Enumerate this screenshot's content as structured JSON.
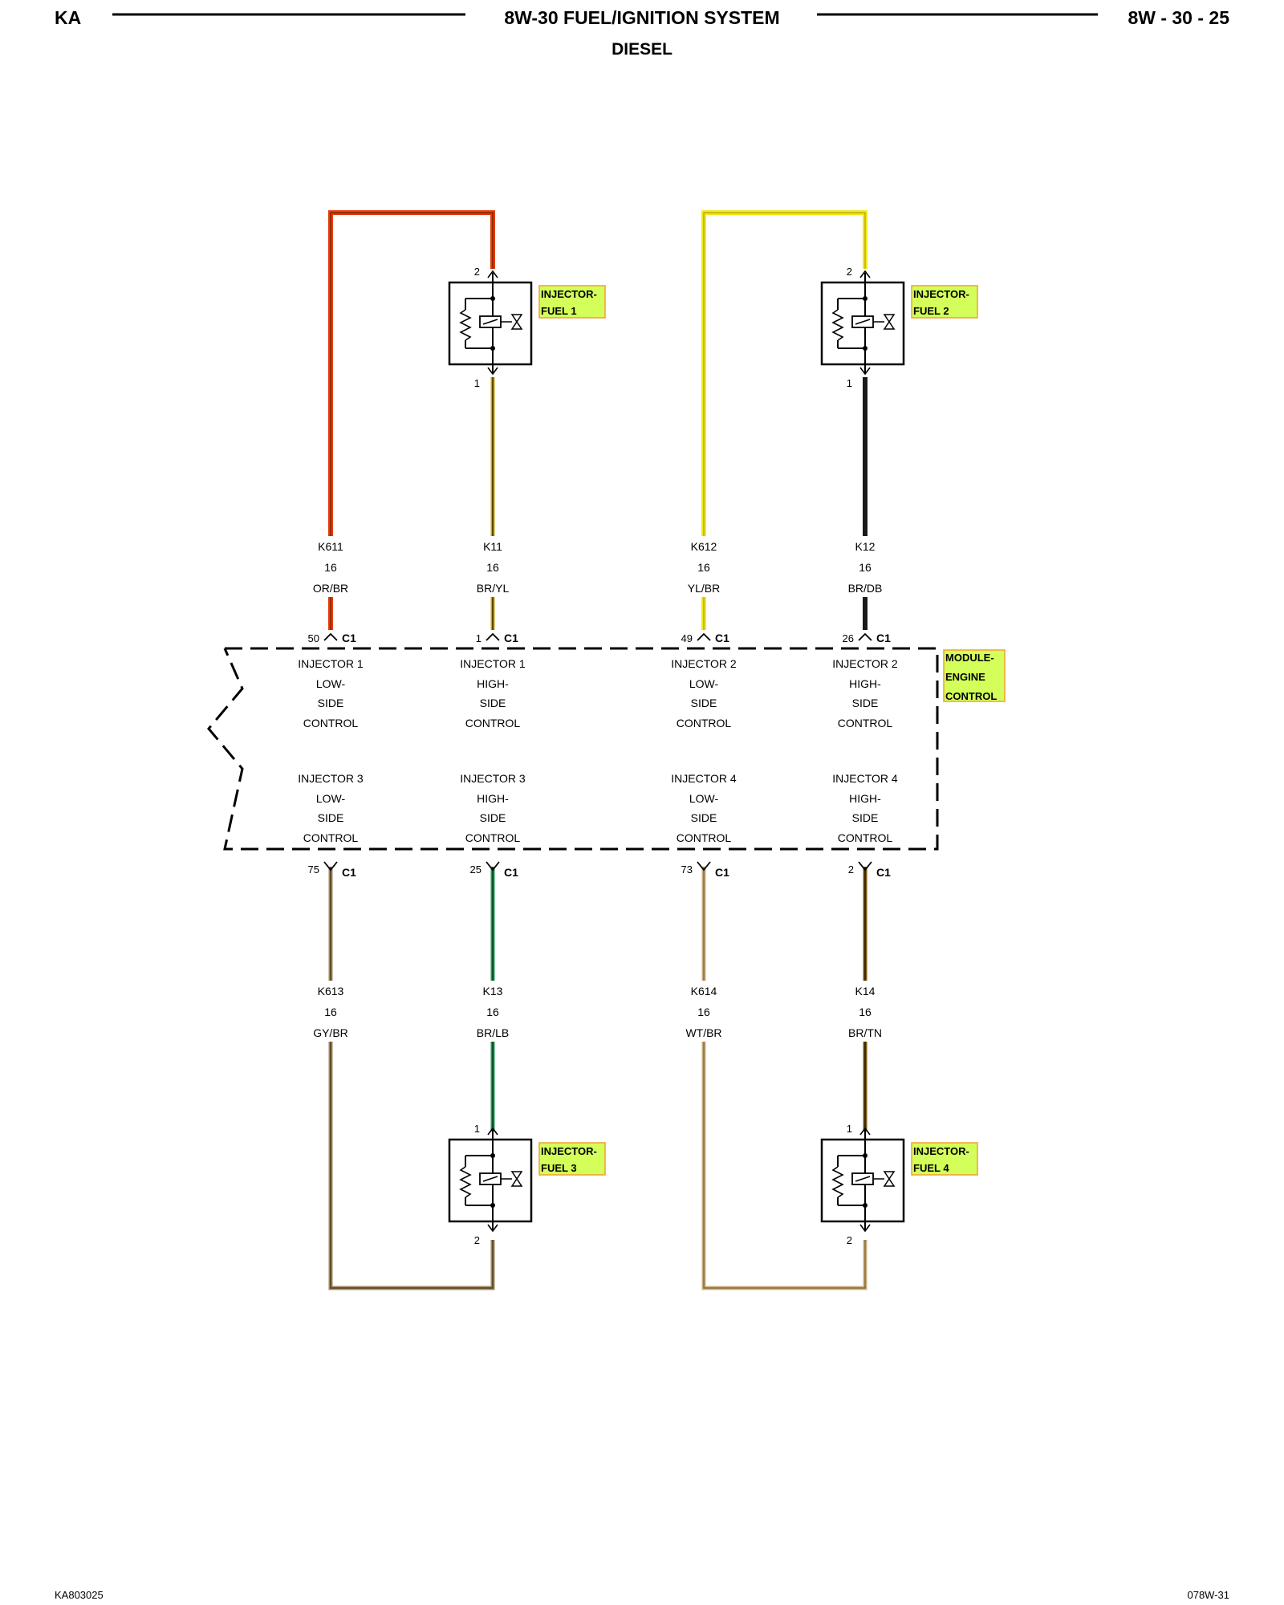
{
  "header": {
    "left": "KA",
    "title": "8W-30 FUEL/IGNITION SYSTEM",
    "subtitle": "DIESEL",
    "page": "8W - 30 - 25"
  },
  "footer": {
    "left": "KA803025",
    "right": "078W-31"
  },
  "colors": {
    "label_highlight": "#d4ff5a",
    "label_border": "#f0a030"
  },
  "injectors": [
    {
      "label": [
        "INJECTOR-",
        "FUEL 1"
      ],
      "pin_top": "2",
      "pin_bottom": "1"
    },
    {
      "label": [
        "INJECTOR-",
        "FUEL 2"
      ],
      "pin_top": "2",
      "pin_bottom": "1"
    },
    {
      "label": [
        "INJECTOR-",
        "FUEL 3"
      ],
      "pin_top": "1",
      "pin_bottom": "2"
    },
    {
      "label": [
        "INJECTOR-",
        "FUEL 4"
      ],
      "pin_top": "1",
      "pin_bottom": "2"
    }
  ],
  "module": {
    "label": [
      "MODULE-",
      "ENGINE",
      "CONTROL"
    ],
    "top_row": [
      {
        "lines": [
          "INJECTOR 1",
          "LOW-",
          "SIDE",
          "CONTROL"
        ]
      },
      {
        "lines": [
          "INJECTOR 1",
          "HIGH-",
          "SIDE",
          "CONTROL"
        ]
      },
      {
        "lines": [
          "INJECTOR 2",
          "LOW-",
          "SIDE",
          "CONTROL"
        ]
      },
      {
        "lines": [
          "INJECTOR 2",
          "HIGH-",
          "SIDE",
          "CONTROL"
        ]
      }
    ],
    "bottom_row": [
      {
        "lines": [
          "INJECTOR 3",
          "LOW-",
          "SIDE",
          "CONTROL"
        ]
      },
      {
        "lines": [
          "INJECTOR 3",
          "HIGH-",
          "SIDE",
          "CONTROL"
        ]
      },
      {
        "lines": [
          "INJECTOR 4",
          "LOW-",
          "SIDE",
          "CONTROL"
        ]
      },
      {
        "lines": [
          "INJECTOR 4",
          "HIGH-",
          "SIDE",
          "CONTROL"
        ]
      }
    ]
  },
  "wires_top": [
    {
      "circuit": "K611",
      "gauge": "16",
      "color": "OR/BR",
      "pin": "50",
      "connector": "C1",
      "hex": "#e83a0a"
    },
    {
      "circuit": "K11",
      "gauge": "16",
      "color": "BR/YL",
      "pin": "1",
      "connector": "C1",
      "hex": "#c8a818"
    },
    {
      "circuit": "K612",
      "gauge": "16",
      "color": "YL/BR",
      "pin": "49",
      "connector": "C1",
      "hex": "#f2e81a"
    },
    {
      "circuit": "K12",
      "gauge": "16",
      "color": "BR/DB",
      "pin": "26",
      "connector": "C1",
      "hex": "#1a1a1a"
    }
  ],
  "wires_bottom": [
    {
      "circuit": "K613",
      "gauge": "16",
      "color": "GY/BR",
      "pin": "75",
      "connector": "C1",
      "hex": "#9a8a6a"
    },
    {
      "circuit": "K13",
      "gauge": "16",
      "color": "BR/LB",
      "pin": "25",
      "connector": "C1",
      "hex": "#1f9a55"
    },
    {
      "circuit": "K614",
      "gauge": "16",
      "color": "WT/BR",
      "pin": "73",
      "connector": "C1",
      "hex": "#b8a070"
    },
    {
      "circuit": "K14",
      "gauge": "16",
      "color": "BR/TN",
      "pin": "2",
      "connector": "C1",
      "hex": "#7a5a10"
    }
  ]
}
